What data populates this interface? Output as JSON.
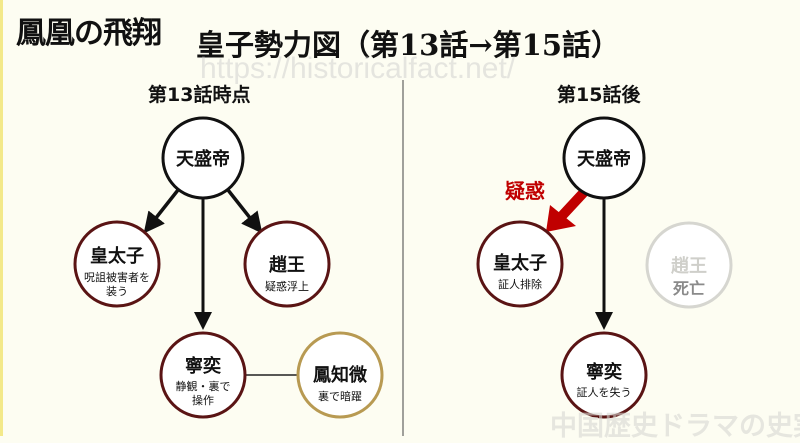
{
  "brand": "鳳凰の飛翔",
  "title": "皇子勢力図（第13話→第15話）",
  "watermark": "https://historicalfact.net/",
  "footer_watermark": "中国歴史ドラマの史実",
  "colors": {
    "node_border": "#5a1414",
    "ally_border": "#b89a52",
    "dead": "#cfcfca",
    "accent": "#c00000"
  },
  "left": {
    "heading": "第13話時点",
    "emperor": {
      "name": "天盛帝"
    },
    "crown_prince": {
      "name": "皇太子",
      "sub1": "呪詛被害者を",
      "sub2": "装う"
    },
    "zhao": {
      "name": "趙王",
      "sub1": "疑惑浮上"
    },
    "ningyi": {
      "name": "寧奕",
      "sub1": "静観・裏で",
      "sub2": "操作"
    },
    "fengzhiwei": {
      "name": "鳳知微",
      "sub1": "裏で暗躍"
    }
  },
  "right": {
    "heading": "第15話後",
    "emperor": {
      "name": "天盛帝"
    },
    "suspicion_label": "疑惑",
    "crown_prince": {
      "name": "皇太子",
      "sub1": "証人排除"
    },
    "zhao": {
      "name": "趙王",
      "sub1": "死亡"
    },
    "ningyi": {
      "name": "寧奕",
      "sub1": "証人を失う"
    }
  }
}
